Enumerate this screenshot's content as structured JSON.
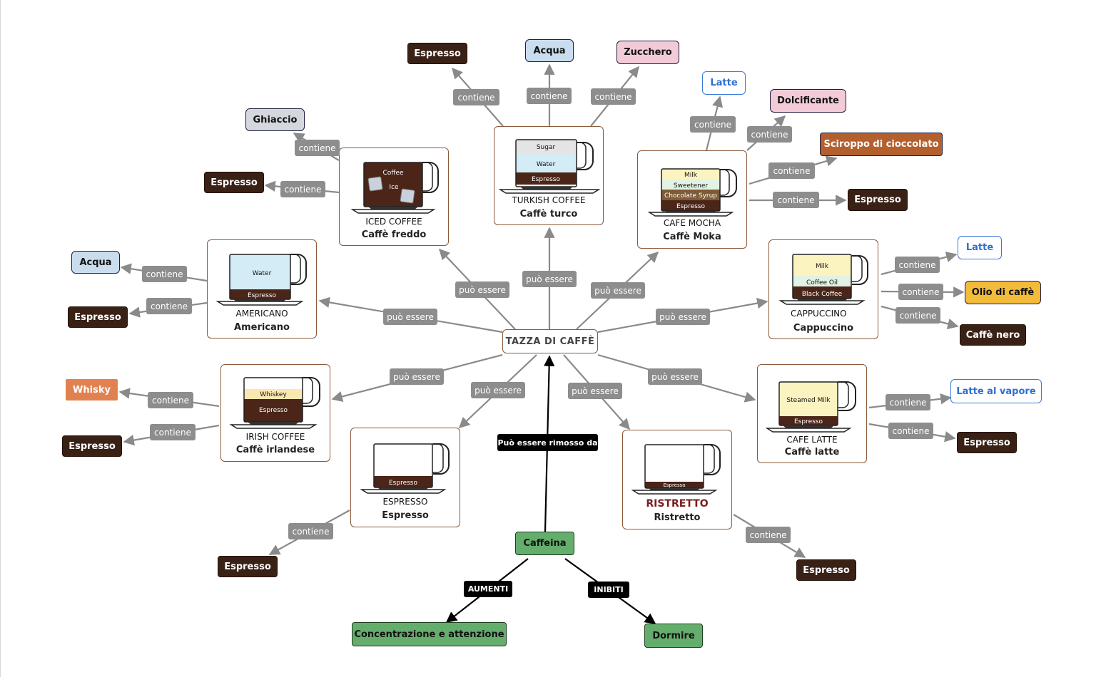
{
  "central_node": "TAZZA DI CAFFÈ",
  "edge_labels": {
    "can_be": "può essere",
    "contains": "contiene",
    "removed_by": "Può essere rimosso da",
    "increases": "AUMENTI",
    "inhibits": "INIBITI"
  },
  "caffeine": {
    "label": "Caffeina",
    "effects": [
      "Concentrazione e attenzione",
      "Dormire"
    ]
  },
  "drinks": {
    "turkish": {
      "caption": "TURKISH COFFEE",
      "name": "Caffè turco",
      "layers": [
        "Sugar",
        "Water",
        "Espresso"
      ],
      "ingredients": [
        "Espresso",
        "Acqua",
        "Zucchero"
      ]
    },
    "mocha": {
      "caption": "CAFE MOCHA",
      "name": "Caffè Moka",
      "layers": [
        "Milk",
        "Sweetener",
        "Chocolate Syrup",
        "Espresso"
      ],
      "ingredients": [
        "Latte",
        "Dolcificante",
        "Sciroppo di cioccolato",
        "Espresso"
      ]
    },
    "iced": {
      "caption": "ICED COFFEE",
      "name": "Caffè freddo",
      "layers": [
        "Coffee",
        "Ice"
      ],
      "ingredients": [
        "Ghiaccio",
        "Espresso"
      ]
    },
    "americano": {
      "caption": "AMERICANO",
      "name": "Americano",
      "layers": [
        "Water",
        "Espresso"
      ],
      "ingredients": [
        "Acqua",
        "Espresso"
      ]
    },
    "cappuccino": {
      "caption": "CAPPUCCINO",
      "name": "Cappuccino",
      "layers": [
        "Milk",
        "Coffee Oil",
        "Black Coffee"
      ],
      "ingredients": [
        "Latte",
        "Olio di caffè",
        "Caffè nero"
      ]
    },
    "irish": {
      "caption": "IRISH COFFEE",
      "name": "Caffè irlandese",
      "layers": [
        "Whiskey",
        "Espresso"
      ],
      "ingredients": [
        "Whisky",
        "Espresso"
      ]
    },
    "latte": {
      "caption": "CAFE LATTE",
      "name": "Caffè latte",
      "layers": [
        "Steamed Milk",
        "Espresso"
      ],
      "ingredients": [
        "Latte al vapore",
        "Espresso"
      ]
    },
    "espresso": {
      "caption": "ESPRESSO",
      "name": "Espresso",
      "layers": [
        "Espresso"
      ],
      "ingredients": [
        "Espresso"
      ]
    },
    "ristretto": {
      "caption": "RISTRETTO",
      "name": "Ristretto",
      "layers": [
        "Espresso"
      ],
      "ingredients": [
        "Espresso"
      ]
    }
  },
  "colors": {
    "espresso_node": "#3a2116",
    "water_node": "#c9ddef",
    "ice_node": "#d4d7de",
    "sugar_node": "#f3cbd8",
    "syrup_node": "#b4602e",
    "coffee_oil_node": "#f2bb3a",
    "whisky_node": "#e28150",
    "caffeine_node": "#64ad6c",
    "milk_outline": "#3b7ad8",
    "card_border": "#8b5a3a",
    "connector": "#8a8a8a"
  }
}
